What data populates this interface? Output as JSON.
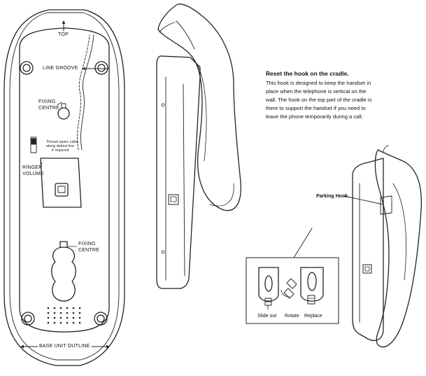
{
  "base_labels": {
    "top": "TOP",
    "line_groove": "LINE GROOVE",
    "fixing_centre_1_line1": "FIXING",
    "fixing_centre_1_line2": "CENTRE",
    "ringer_volume_line1": "RINGER",
    "ringer_volume_line2": "VOLUME",
    "cable_note_line1": "Thread spare cable",
    "cable_note_line2": "along dotted line",
    "cable_note_line3": "if required",
    "fixing_centre_2_line1": "FIXING",
    "fixing_centre_2_line2": "CENTRE",
    "base_outline": "BASE UNIT OUTLINE"
  },
  "instructions": {
    "heading": "Reset the hook on the cradle.",
    "body": "This hook is designed to keep the handset in place when the telephone is vertical on the wall. The hook on the top part of the cradle is there to support the handset if you need to leave the phone temporarily during a call."
  },
  "steps": {
    "slide_out": "Slide out",
    "rotate": "Rotate",
    "replace": "Replace"
  },
  "parking_hook": "Parking Hook"
}
